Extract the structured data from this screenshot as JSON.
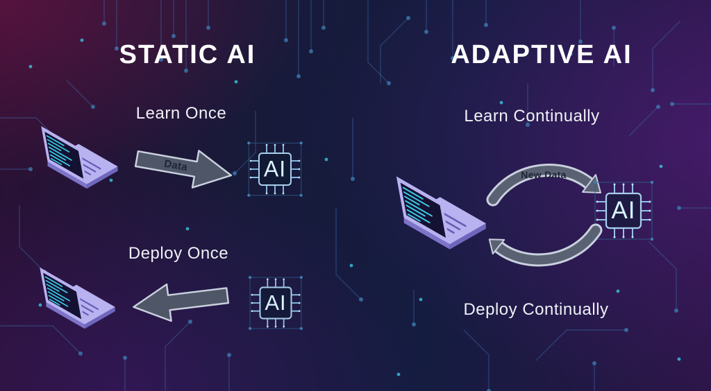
{
  "colors": {
    "background_navy": "#141c40",
    "background_magenta": "#3a1434",
    "background_purple": "#2c1547",
    "circuit_blue": "#3c6ba6",
    "accent_teal": "#38c6e0",
    "title_white": "#ffffff",
    "arrow_gray": "#4f5668",
    "arrow_outline": "#c9d0de",
    "chip_border_blue": "#a8cfec",
    "chip_text_blue": "#d8f3ff",
    "laptop_lavender": "#b9b2f0",
    "screen_dark": "#151132",
    "code_teal": "#3ad0e8"
  },
  "static_panel": {
    "title": "STATIC AI",
    "learn_label": "Learn Once",
    "deploy_label": "Deploy Once",
    "data_arrow_label": "Data",
    "learn_chip_label": "AI",
    "deploy_chip_label": "AI"
  },
  "adaptive_panel": {
    "title": "ADAPTIVE AI",
    "learn_label": "Learn Continually",
    "deploy_label": "Deploy Continually",
    "new_data_arrow_label": "New Data",
    "chip_label": "AI"
  }
}
